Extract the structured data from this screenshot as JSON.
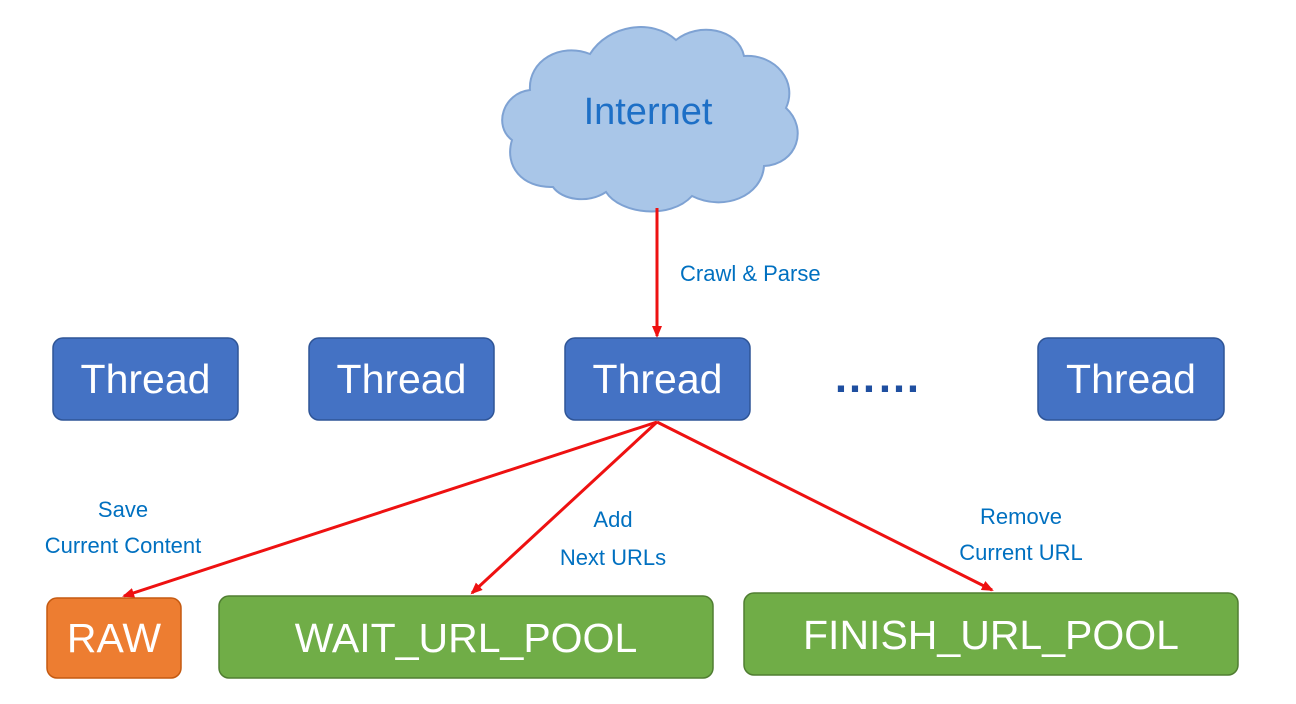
{
  "colors": {
    "cloud_fill": "#a9c6e8",
    "cloud_stroke": "#7ea2d3",
    "cloud_text": "#1d6fc6",
    "thread_fill": "#4472c4",
    "thread_stroke": "#2f5597",
    "thread_text": "#ffffff",
    "raw_fill": "#ed7d31",
    "raw_stroke": "#c55a11",
    "pool_fill": "#70ad47",
    "pool_stroke": "#507e32",
    "arrow": "#ee1111",
    "edge_label": "#0070c0",
    "ellipsis": "#1f4fa0"
  },
  "nodes": {
    "internet": "Internet",
    "thread_1": "Thread",
    "thread_2": "Thread",
    "thread_3": "Thread",
    "ellipsis": "……",
    "thread_4": "Thread",
    "raw": "RAW",
    "wait_pool": "WAIT_URL_POOL",
    "finish_pool": "FINISH_URL_POOL"
  },
  "edges": {
    "crawl_parse": "Crawl & Parse",
    "save_line1": "Save",
    "save_line2": "Current Content",
    "add_line1": "Add",
    "add_line2": "Next URLs",
    "remove_line1": "Remove",
    "remove_line2": "Current URL"
  },
  "icons": {
    "cloud": "cloud-icon",
    "arrowhead": "arrowhead-icon"
  }
}
